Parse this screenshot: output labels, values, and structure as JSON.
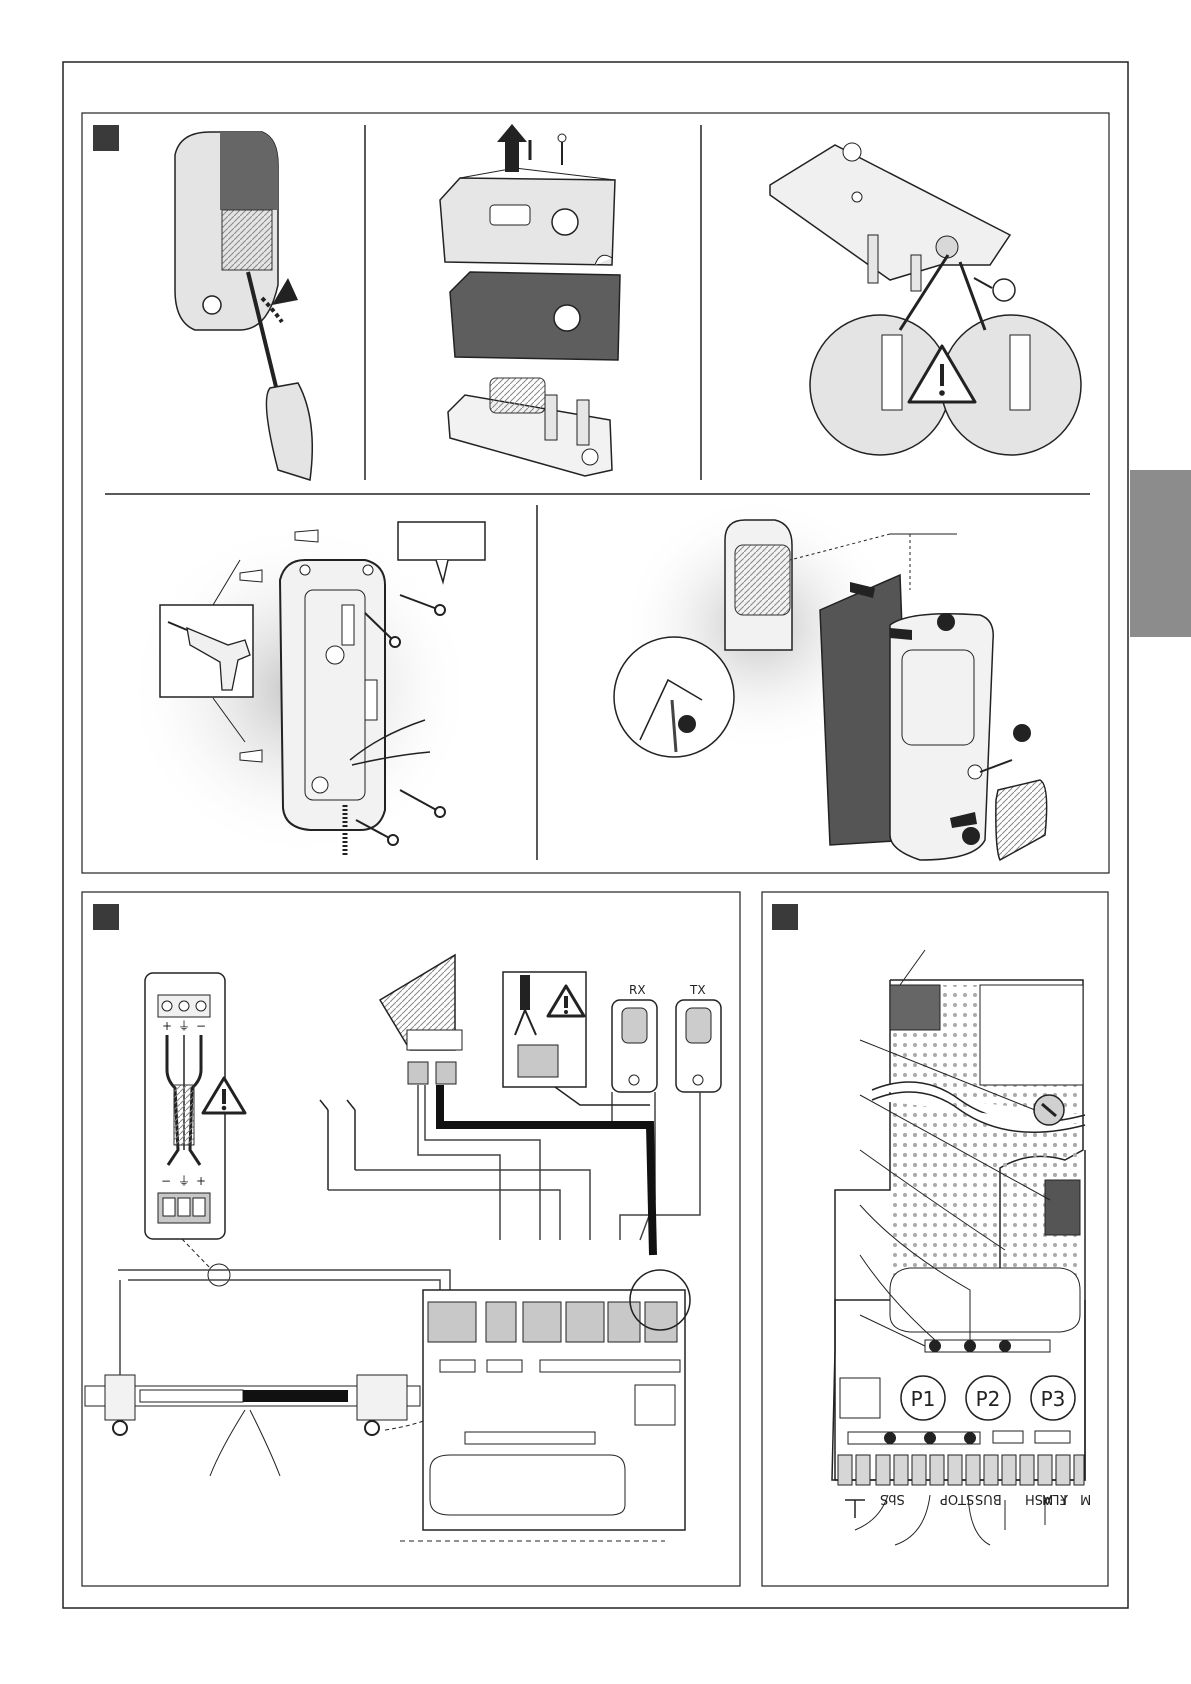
{
  "colors": {
    "tab": "#8c8c8c",
    "marker": "#3a3a3a",
    "shadow": "#d3d3d3",
    "gray_dark": "#5a5a5a",
    "gray_light": "#dedede"
  },
  "photocell": {
    "rx_label": "RX",
    "tx_label": "TX"
  },
  "terminal": {
    "plus": "+",
    "earth": "⏚",
    "minus": "−"
  },
  "board": {
    "buttons": [
      "P1",
      "P2",
      "P3"
    ],
    "terminals": [
      "SbS",
      "STOP",
      "BUS",
      "FLASH",
      "M",
      "⅄",
      "M"
    ]
  },
  "icons": [
    "warning-icon",
    "drill-icon",
    "screwdriver-icon",
    "antenna-icon"
  ]
}
